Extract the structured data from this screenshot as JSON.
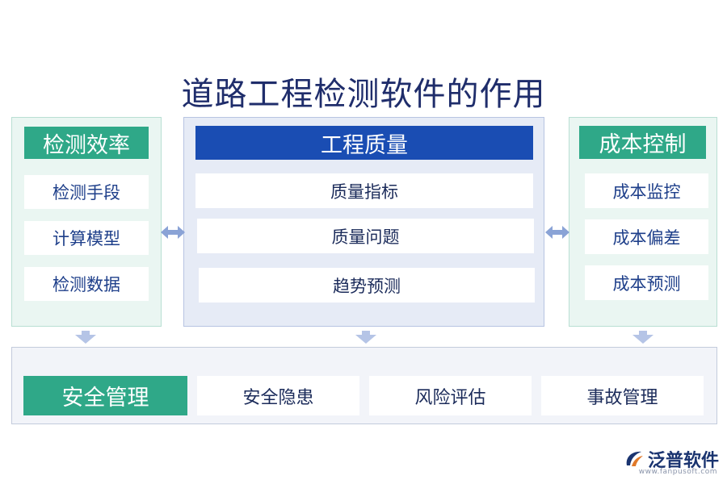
{
  "title": "道路工程检测软件的作用",
  "left": {
    "header": "检测效率",
    "items": [
      "检测手段",
      "计算模型",
      "检测数据"
    ]
  },
  "center": {
    "header": "工程质量",
    "items": [
      "质量指标",
      "质量问题",
      "趋势预测"
    ]
  },
  "right": {
    "header": "成本控制",
    "items": [
      "成本监控",
      "成本偏差",
      "成本预测"
    ]
  },
  "bottom": {
    "header": "安全管理",
    "items": [
      "安全隐患",
      "风险评估",
      "事故管理"
    ]
  },
  "logo": {
    "name": "泛普软件",
    "url": "www.fanpusoft.com",
    "icon": "fanpu-logo-icon"
  },
  "colors": {
    "green": "#2fa888",
    "blue": "#1a4db3",
    "title": "#1f2d6b",
    "arrow": "#8aa3d6"
  }
}
